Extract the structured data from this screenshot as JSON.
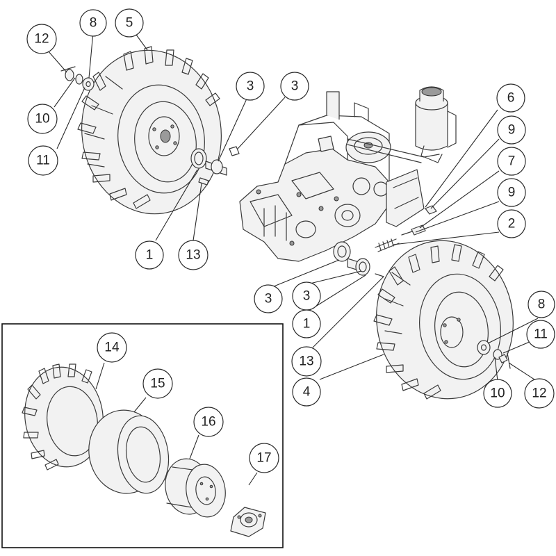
{
  "diagram": {
    "callouts": {
      "c12a": "12",
      "c8a": "8",
      "c5": "5",
      "c10a": "10",
      "c11a": "11",
      "c3a": "3",
      "c3b": "3",
      "c6": "6",
      "c9a": "9",
      "c7": "7",
      "c9b": "9",
      "c2": "2",
      "c1a": "1",
      "c13a": "13",
      "c3c": "3",
      "c3d": "3",
      "c1b": "1",
      "c13b": "13",
      "c8b": "8",
      "c11b": "11",
      "c4": "4",
      "c10b": "10",
      "c12b": "12",
      "c14": "14",
      "c15": "15",
      "c16": "16",
      "c17": "17"
    }
  }
}
